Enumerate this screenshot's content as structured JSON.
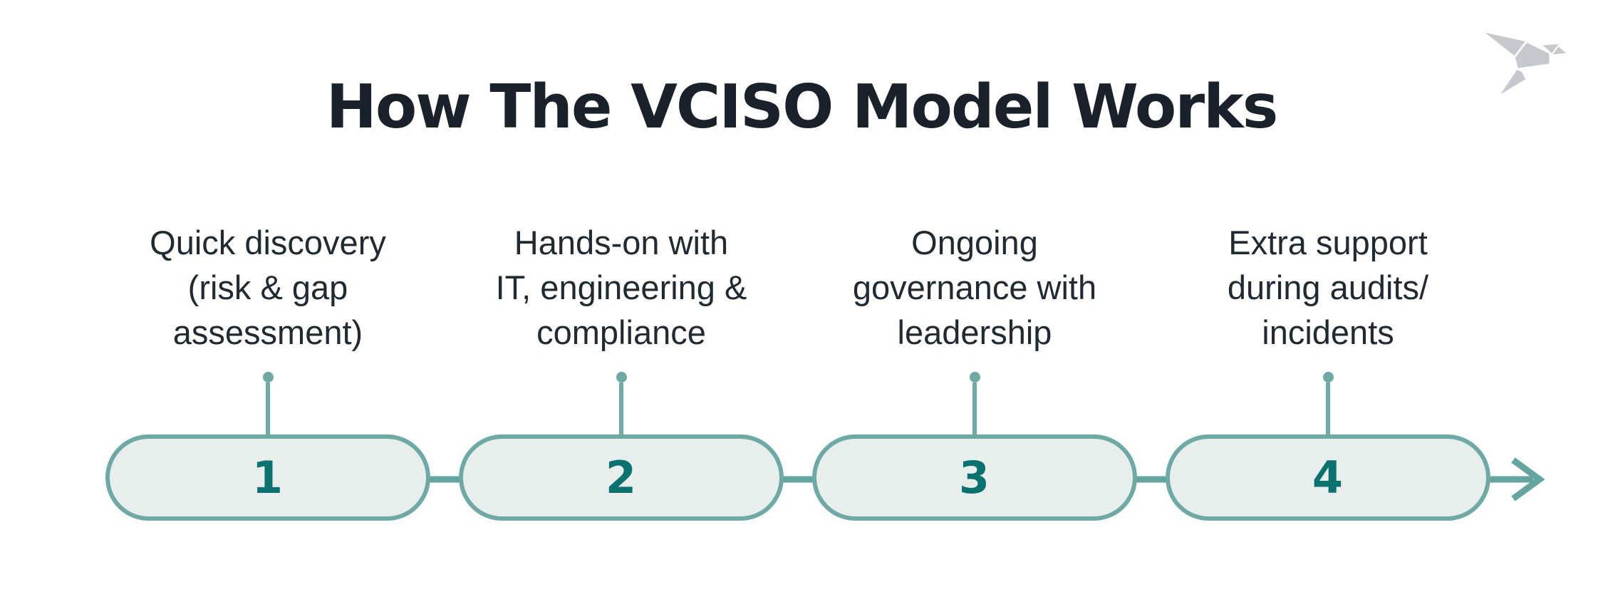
{
  "title": "How The VCISO Model Works",
  "logo": {
    "icon": "origami-bird-logo",
    "color": "#C5C9CD"
  },
  "timeline": {
    "arrow_icon": "right-arrow-icon",
    "line_color": "#64A59F"
  },
  "colors": {
    "background": "#FFFFFF",
    "accent_teal": "#6FA9A3",
    "pill_fill": "#E7EEEC",
    "step_number_teal": "#0B7270",
    "title_text": "#1A212B",
    "label_text": "#1F2A33",
    "logo_gray": "#C5C9CD"
  },
  "steps": [
    {
      "number": "1",
      "label": "Quick discovery (risk & gap assessment)",
      "lines": [
        "Quick discovery",
        "(risk & gap",
        "assessment)"
      ]
    },
    {
      "number": "2",
      "label": "Hands-on with IT, engineering & compliance",
      "lines": [
        "Hands-on with",
        "IT, engineering &",
        "compliance"
      ]
    },
    {
      "number": "3",
      "label": "Ongoing governance with leadership",
      "lines": [
        "Ongoing",
        "governance with",
        "leadership"
      ]
    },
    {
      "number": "4",
      "label": "Extra support during audits/ incidents",
      "lines": [
        "Extra support",
        "during audits/",
        "incidents"
      ]
    }
  ]
}
